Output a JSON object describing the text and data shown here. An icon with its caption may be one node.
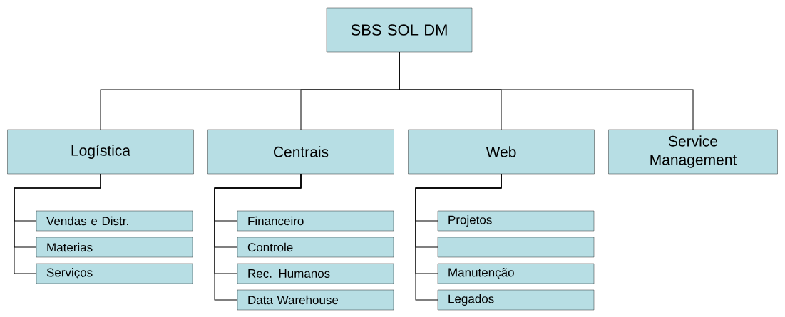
{
  "diagram": {
    "nodes": [
      {
        "text": [
          "SBS SOL DM"
        ]
      },
      {
        "text": [
          "Logística"
        ]
      },
      {
        "text": [
          "Centrais"
        ]
      },
      {
        "text": [
          "Web"
        ]
      },
      {
        "text": [
          "Service Management"
        ]
      },
      {
        "text": [
          "Vendas e Distr."
        ]
      },
      {
        "text": [
          "Materias"
        ]
      },
      {
        "text": [
          "Serviços"
        ]
      },
      {
        "text": [
          "Financeiro"
        ]
      },
      {
        "text": [
          "Controle"
        ]
      },
      {
        "text": [
          "Rec. Humanos"
        ]
      },
      {
        "text": [
          "Data Warehouse"
        ]
      },
      {
        "text": [
          "Projetos"
        ]
      },
      {
        "text": [],
        "shape": "box"
      },
      {
        "text": [
          "Manutenção"
        ]
      },
      {
        "text": [
          "Legados"
        ]
      }
    ],
    "edges": [
      {
        "from": 0,
        "to": 1,
        "arrow": "none"
      },
      {
        "from": 0,
        "to": 2,
        "arrow": "none"
      },
      {
        "from": 0,
        "to": 3,
        "arrow": "none"
      },
      {
        "from": 0,
        "to": 4,
        "arrow": "none"
      },
      {
        "from": 1,
        "to": 5,
        "arrow": "none"
      },
      {
        "from": 1,
        "to": 6,
        "arrow": "none"
      },
      {
        "from": 1,
        "to": 7,
        "arrow": "none"
      },
      {
        "from": 2,
        "to": 8,
        "arrow": "none"
      },
      {
        "from": 2,
        "to": 9,
        "arrow": "none"
      },
      {
        "from": 2,
        "to": 10,
        "arrow": "none"
      },
      {
        "from": 2,
        "to": 11,
        "arrow": "none"
      },
      {
        "from": 3,
        "to": 12,
        "arrow": "none"
      },
      {
        "from": 3,
        "to": 13,
        "arrow": "none"
      },
      {
        "from": 3,
        "to": 14,
        "arrow": "none"
      },
      {
        "from": 3,
        "to": 15,
        "arrow": "none"
      }
    ]
  }
}
